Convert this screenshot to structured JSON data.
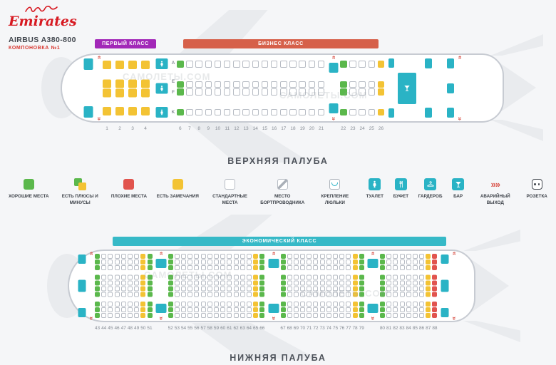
{
  "page": {
    "watermark": "САМОЛЕТЫ.COM",
    "background": "#f5f6f8"
  },
  "header": {
    "logo_text": "Emirates",
    "aircraft": "AIRBUS A380-800",
    "config_label": "КОМПОНОВКА №1",
    "brand_color": "#d71921"
  },
  "colors": {
    "good": "#5bb84c",
    "caution": "#f3c334",
    "bad": "#e1544e",
    "standard": "#ffffff",
    "facility": "#2ab3c5",
    "exit": "#d9534a",
    "seat_border": "#b7bcc4"
  },
  "upper_deck": {
    "title": "ВЕРХНЯЯ ПАЛУБА",
    "class_badges": [
      {
        "label": "ПЕРВЫЙ КЛАСС",
        "color": "#a228b8"
      },
      {
        "label": "БИЗНЕС КЛАСС",
        "color": "#d6604a"
      }
    ],
    "column_letters": [
      "A",
      "E",
      "F",
      "K"
    ],
    "sections": [
      {
        "name": "first-class",
        "rows_from": 1,
        "rows_to": 4,
        "bands": [
          1,
          2,
          1
        ],
        "default_state": "caution",
        "row_states": {}
      },
      {
        "name": "business-front",
        "rows_from": 6,
        "rows_to": 21,
        "bands": [
          1,
          2,
          1
        ],
        "default_state": "standard",
        "row_states": {
          "6": "good"
        }
      },
      {
        "name": "business-rear",
        "rows_from": 22,
        "rows_to": 26,
        "bands": [
          1,
          2,
          1
        ],
        "default_state": "standard",
        "row_states": {
          "22": "good",
          "26": "caution"
        }
      }
    ]
  },
  "legend": {
    "items": [
      {
        "label": "ХОРОШИЕ МЕСТА",
        "icon": "good-seat"
      },
      {
        "label": "ЕСТЬ ПЛЮСЫ И МИНУСЫ",
        "icon": "mixed-seat"
      },
      {
        "label": "ПЛОХИЕ МЕСТА",
        "icon": "bad-seat"
      },
      {
        "label": "ЕСТЬ ЗАМЕЧАНИЯ",
        "icon": "caution-seat"
      },
      {
        "label": "СТАНДАРТНЫЕ МЕСТА",
        "icon": "standard-seat"
      },
      {
        "label": "МЕСТО БОРТПРОВОДНИКА",
        "icon": "crew-seat"
      },
      {
        "label": "КРЕПЛЕНИЕ ЛЮЛЬКИ",
        "icon": "bassinet"
      },
      {
        "label": "ТУАЛЕТ",
        "icon": "toilet"
      },
      {
        "label": "БУФЕТ",
        "icon": "buffet"
      },
      {
        "label": "ГАРДЕРОБ",
        "icon": "wardrobe"
      },
      {
        "label": "БАР",
        "icon": "bar"
      },
      {
        "label": "АВАРИЙНЫЙ ВЫХОД",
        "icon": "emergency-exit"
      },
      {
        "label": "РОЗЕТКА",
        "icon": "power-outlet"
      }
    ]
  },
  "lower_deck": {
    "title": "НИЖНЯЯ ПАЛУБА",
    "class_badges": [
      {
        "label": "ЭКОНОМИЧЕСКИЙ КЛАСС",
        "color": "#36b9c7"
      }
    ],
    "sections": [
      {
        "name": "economy-1",
        "rows_from": 43,
        "rows_to": 51,
        "bands": [
          3,
          4,
          3
        ],
        "default_state": "standard",
        "row_states": {
          "43": "good",
          "50": "caution",
          "51": "good"
        }
      },
      {
        "name": "economy-2",
        "rows_from": 52,
        "rows_to": 66,
        "bands": [
          3,
          4,
          3
        ],
        "default_state": "standard",
        "row_states": {
          "52": "good",
          "65": "caution",
          "66": "good"
        }
      },
      {
        "name": "economy-3",
        "rows_from": 67,
        "rows_to": 79,
        "bands": [
          3,
          4,
          3
        ],
        "default_state": "standard",
        "row_states": {
          "67": "good",
          "78": "caution",
          "79": "good"
        }
      },
      {
        "name": "economy-4",
        "rows_from": 80,
        "rows_to": 88,
        "bands": [
          3,
          4,
          3
        ],
        "default_state": "standard",
        "row_states": {
          "80": "good",
          "87": "caution",
          "88": "bad"
        }
      }
    ]
  }
}
